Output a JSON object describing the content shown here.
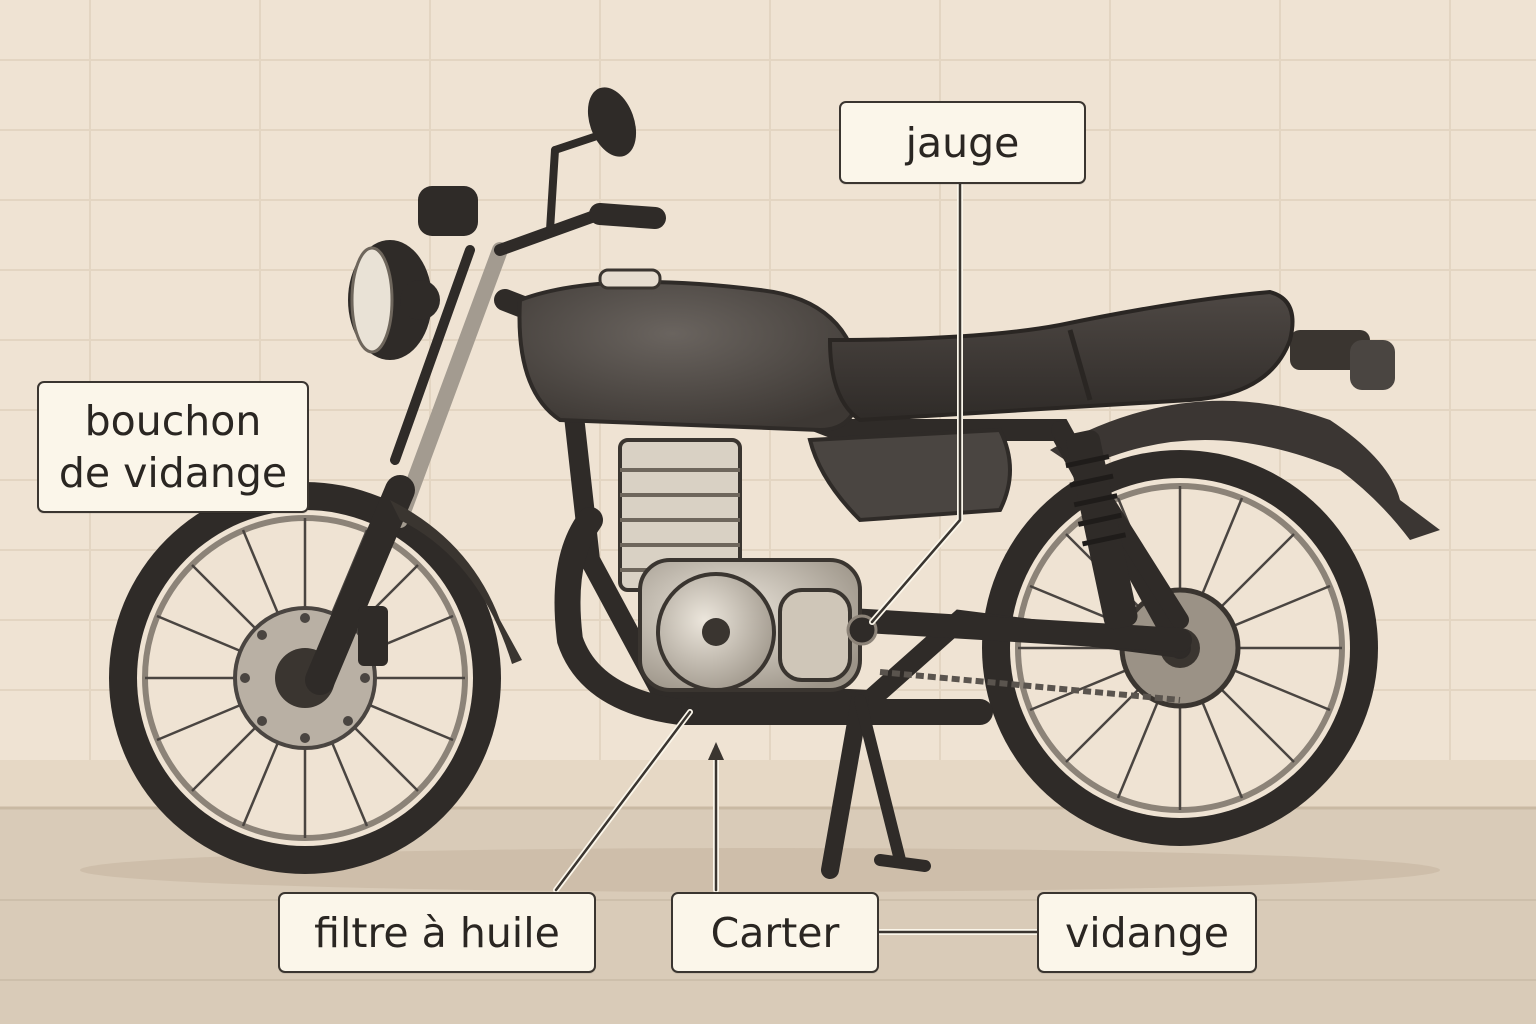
{
  "labels": {
    "jauge": "jauge",
    "bouchon_line1": "bouchon",
    "bouchon_line2": "de vidange",
    "filtre": "filtre à huile",
    "carter": "Carter",
    "vidange": "vidange"
  },
  "colors": {
    "background": "#efe3d3",
    "floor": "#d9cbb8",
    "bike_body": "#4a4541",
    "bike_dark": "#2e2a27",
    "engine_metal": "#cfc6b8",
    "label_fill": "#fbf6ea",
    "line": "#3a3530"
  }
}
